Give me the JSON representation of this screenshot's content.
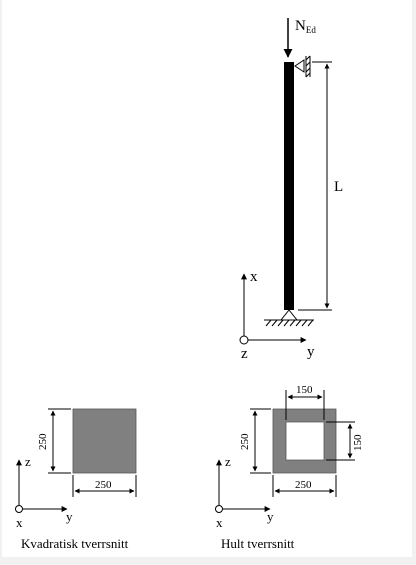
{
  "column": {
    "load_label_main": "N",
    "load_label_sub": "Ed",
    "length_label": "L",
    "axis_x": "x",
    "axis_y": "y",
    "axis_z": "z"
  },
  "square_section": {
    "height_label": "250",
    "width_label": "250",
    "axis_z": "z",
    "axis_y": "y",
    "axis_x": "x",
    "caption": "Kvadratisk tverrsnitt"
  },
  "hollow_section": {
    "inner_width_label": "150",
    "inner_height_label": "150",
    "outer_height_label": "250",
    "outer_width_label": "250",
    "axis_z": "z",
    "axis_y": "y",
    "axis_x": "x",
    "caption": "Hult tverrsnitt"
  },
  "colors": {
    "section_fill": "#808080",
    "line": "#000000"
  }
}
